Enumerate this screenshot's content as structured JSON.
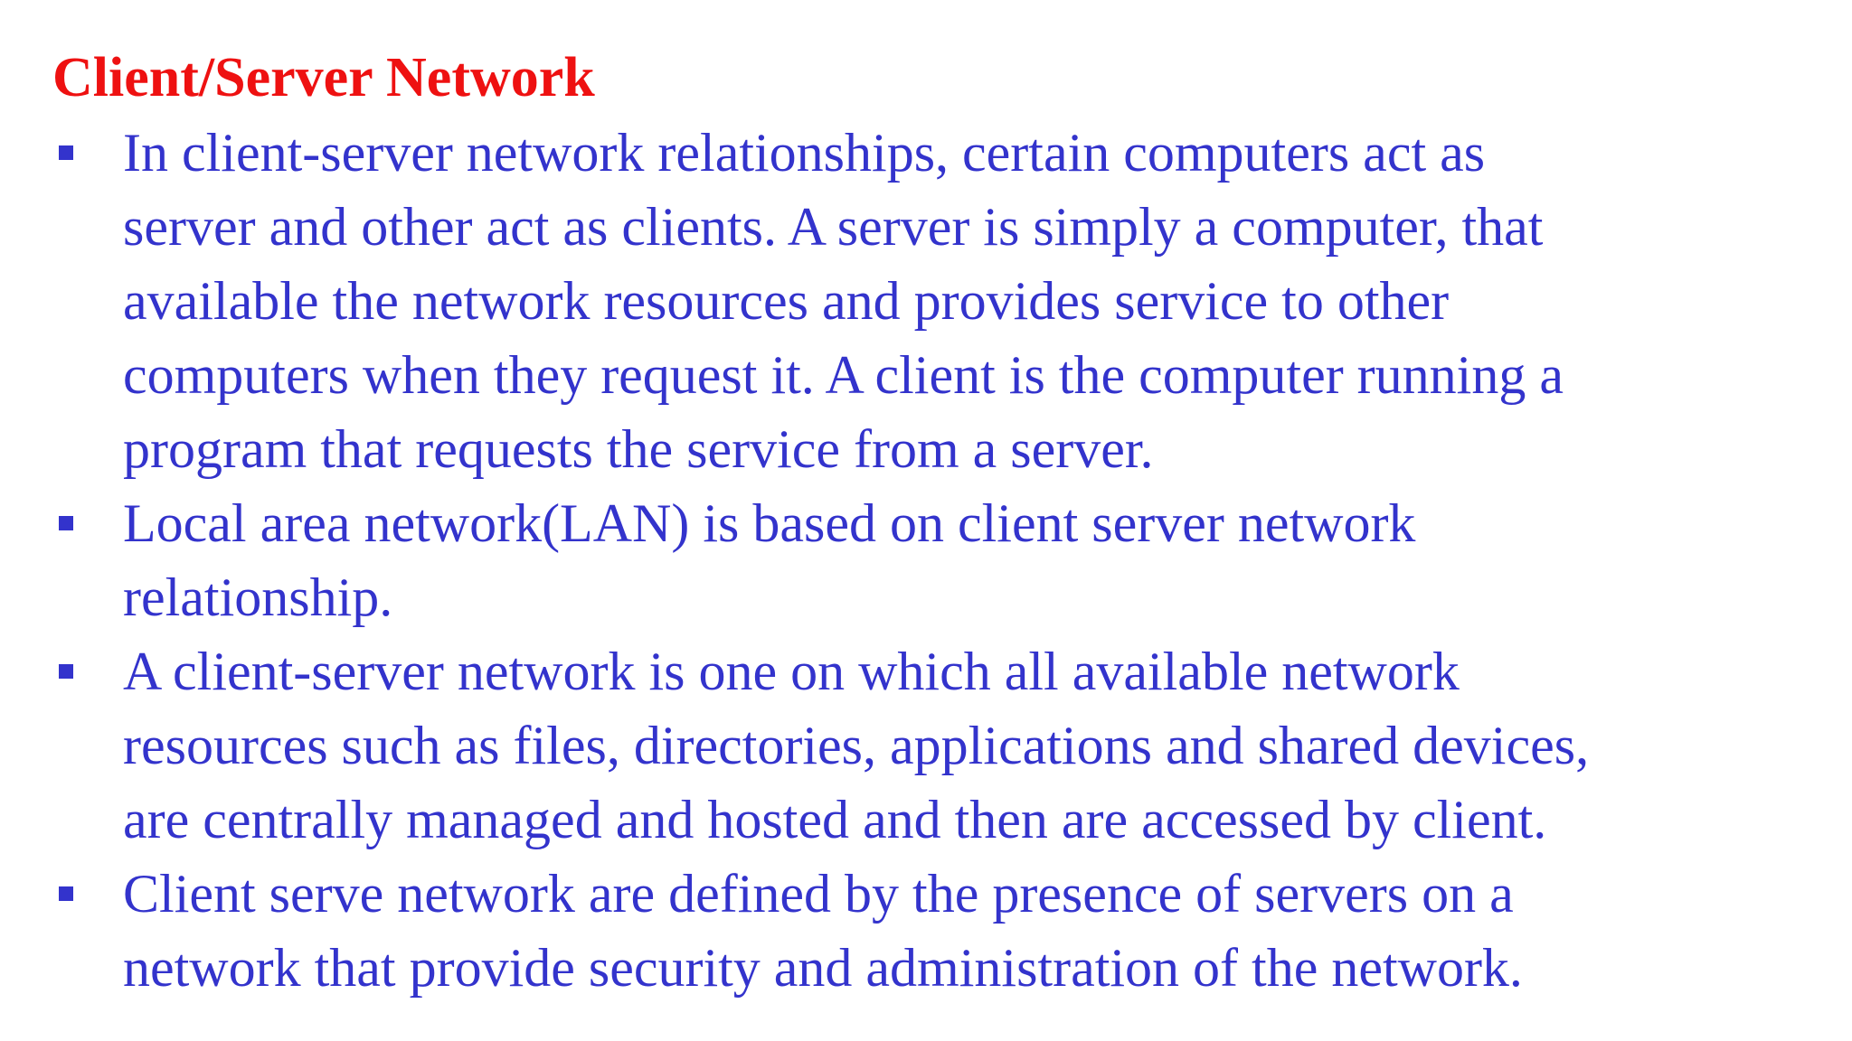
{
  "colors": {
    "title": "#ee1111",
    "body_text": "#3333cc",
    "bullet": "#3333cc",
    "background": "#ffffff"
  },
  "slide": {
    "title": "Client/Server Network",
    "bullet_icon": "square-bullet-icon",
    "bullets": [
      {
        "lines": [
          "In client-server network relationships, certain computers act as",
          "server and other act as clients. A server is simply a computer, that",
          "available the network resources and provides service to other",
          "computers when they request it. A client is the computer running a",
          "program that requests the service from a server."
        ]
      },
      {
        "lines": [
          "Local area network(LAN) is based on client server network",
          "relationship."
        ]
      },
      {
        "lines": [
          "A client-server network is one on which all available network",
          "resources such as files, directories, applications and shared devices,",
          "are centrally managed and hosted and then are accessed by client."
        ]
      },
      {
        "lines": [
          "Client serve network are defined by the presence of servers on a",
          "network that provide security and administration of the network."
        ]
      }
    ]
  }
}
